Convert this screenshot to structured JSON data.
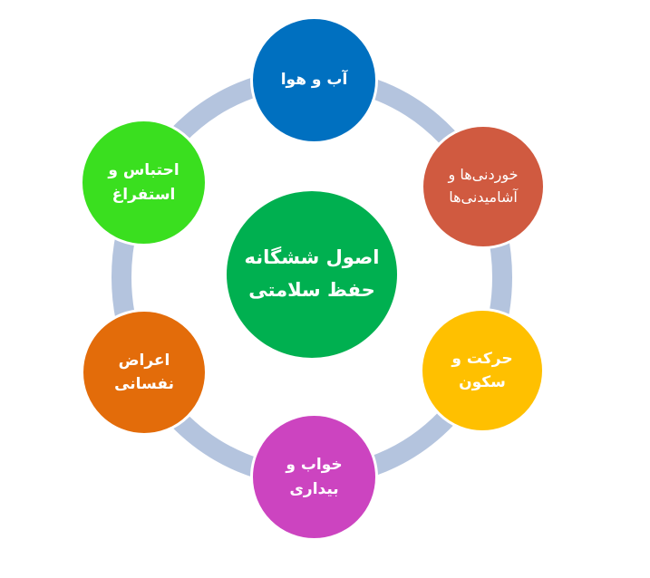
{
  "diagram": {
    "type": "cycle",
    "ring_color": "#B4C4DE",
    "center": {
      "label": "اصول ششگانه\nحفظ سلامتی",
      "color": "#00B050"
    },
    "nodes": [
      {
        "id": "air",
        "label": "آب و هوا",
        "color": "#0070C0"
      },
      {
        "id": "food",
        "label": "خوردنی‌ها و\nآشامیدنی‌ها",
        "color": "#D05A40"
      },
      {
        "id": "movement",
        "label": "حرکت و\nسکون",
        "color": "#FFC000"
      },
      {
        "id": "sleep",
        "label": "خواب و\nبیداری",
        "color": "#CC44C0"
      },
      {
        "id": "emotions",
        "label": "اعراض\nنفسانی",
        "color": "#E36C0A"
      },
      {
        "id": "retention",
        "label": "احتباس و\nاستفراغ",
        "color": "#3ADF1F"
      }
    ]
  }
}
